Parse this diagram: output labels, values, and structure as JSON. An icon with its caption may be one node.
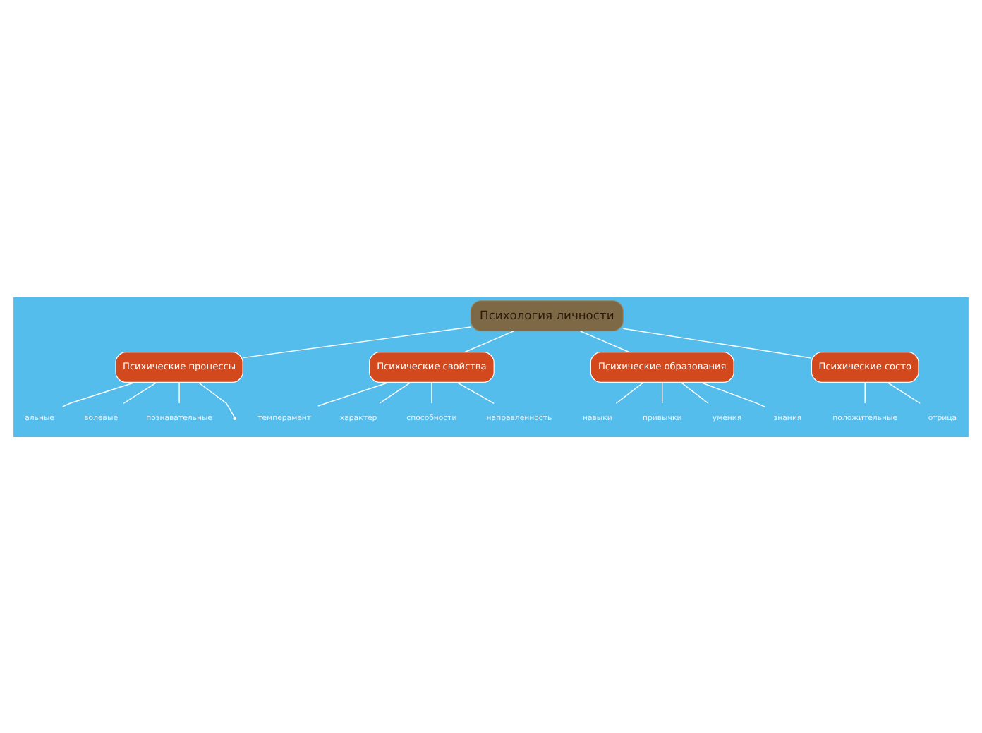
{
  "diagram": {
    "nodes": [
      {
        "text": [
          "Психология личности"
        ]
      },
      {
        "text": [
          "Психические процессы"
        ]
      },
      {
        "text": [
          "альные"
        ]
      },
      {
        "text": [
          "волевые"
        ]
      },
      {
        "text": [
          "познавательные"
        ]
      },
      {
        "text": [
          "Психические свойства"
        ]
      },
      {
        "text": [
          "темперамент"
        ]
      },
      {
        "text": [
          "характер"
        ]
      },
      {
        "text": [
          "способности"
        ]
      },
      {
        "text": [
          "направленность"
        ]
      },
      {
        "text": [
          "Психические образования"
        ]
      },
      {
        "text": [
          "навыки"
        ]
      },
      {
        "text": [
          "привычки"
        ]
      },
      {
        "text": [
          "умения"
        ]
      },
      {
        "text": [
          "знания"
        ]
      },
      {
        "text": [
          "Психические состо"
        ]
      },
      {
        "text": [
          "положительные"
        ]
      },
      {
        "text": [
          "отрица"
        ]
      },
      {
        "text": [],
        "shape": "point"
      }
    ],
    "edges": [
      {
        "from": 0,
        "to": 1,
        "arrow": "none"
      },
      {
        "from": 0,
        "to": 5,
        "arrow": "none"
      },
      {
        "from": 0,
        "to": 10,
        "arrow": "none"
      },
      {
        "from": 0,
        "to": 15,
        "arrow": "none"
      },
      {
        "from": 1,
        "to": 2,
        "arrow": "none"
      },
      {
        "from": 1,
        "to": 3,
        "arrow": "none"
      },
      {
        "from": 1,
        "to": 4,
        "arrow": "none"
      },
      {
        "from": 1,
        "to": 18,
        "arrow": "none"
      },
      {
        "from": 5,
        "to": 6,
        "arrow": "none"
      },
      {
        "from": 5,
        "to": 7,
        "arrow": "none"
      },
      {
        "from": 5,
        "to": 8,
        "arrow": "none"
      },
      {
        "from": 5,
        "to": 9,
        "arrow": "none"
      },
      {
        "from": 10,
        "to": 11,
        "arrow": "none"
      },
      {
        "from": 10,
        "to": 12,
        "arrow": "none"
      },
      {
        "from": 10,
        "to": 13,
        "arrow": "none"
      },
      {
        "from": 10,
        "to": 14,
        "arrow": "none"
      },
      {
        "from": 15,
        "to": 16,
        "arrow": "none"
      },
      {
        "from": 15,
        "to": 17,
        "arrow": "none"
      }
    ]
  }
}
